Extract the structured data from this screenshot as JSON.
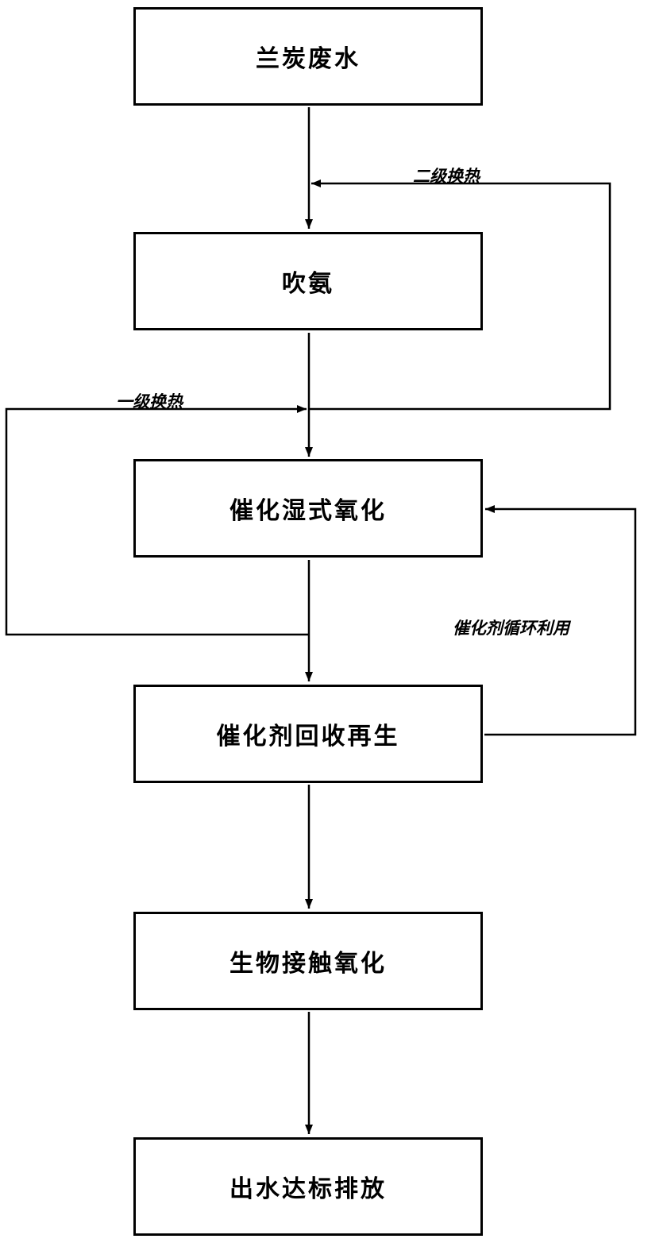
{
  "boxes": [
    {
      "id": "lantan-wastewater",
      "label": "兰炭废水"
    },
    {
      "id": "ammonia-stripping",
      "label": "吹氨"
    },
    {
      "id": "catalytic-wet-oxidation",
      "label": "催化湿式氧化"
    },
    {
      "id": "catalyst-recovery",
      "label": "催化剂回收再生"
    },
    {
      "id": "bio-contact-oxidation",
      "label": "生物接触氧化"
    },
    {
      "id": "effluent-discharge",
      "label": "出水达标排放"
    }
  ],
  "edge_labels": {
    "secondary_heat_exchange": "二级换热",
    "primary_heat_exchange": "一级换热",
    "catalyst_recycle": "催化剂循环利用"
  }
}
